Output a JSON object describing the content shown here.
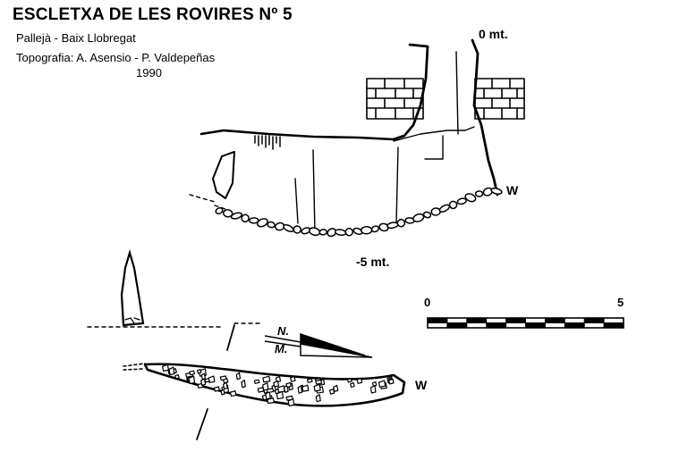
{
  "title": "ESCLETXA DE LES ROVIRES Nº 5",
  "location": "Pallejà - Baix Llobregat",
  "topography": "Topografia: A. Asensio - P. Valdepeñas",
  "year": "1990",
  "section_labels": {
    "top_depth": "0 mt.",
    "bottom_depth": "-5 mt.",
    "direction_section": "W",
    "direction_plan": "W"
  },
  "scale_bar": {
    "start_label": "0",
    "end_label": "5",
    "segments": 10
  },
  "north_arrow": {
    "magnetic_north": "N.",
    "meridian": "M."
  },
  "colors": {
    "ink": "#000000",
    "paper": "#ffffff"
  }
}
